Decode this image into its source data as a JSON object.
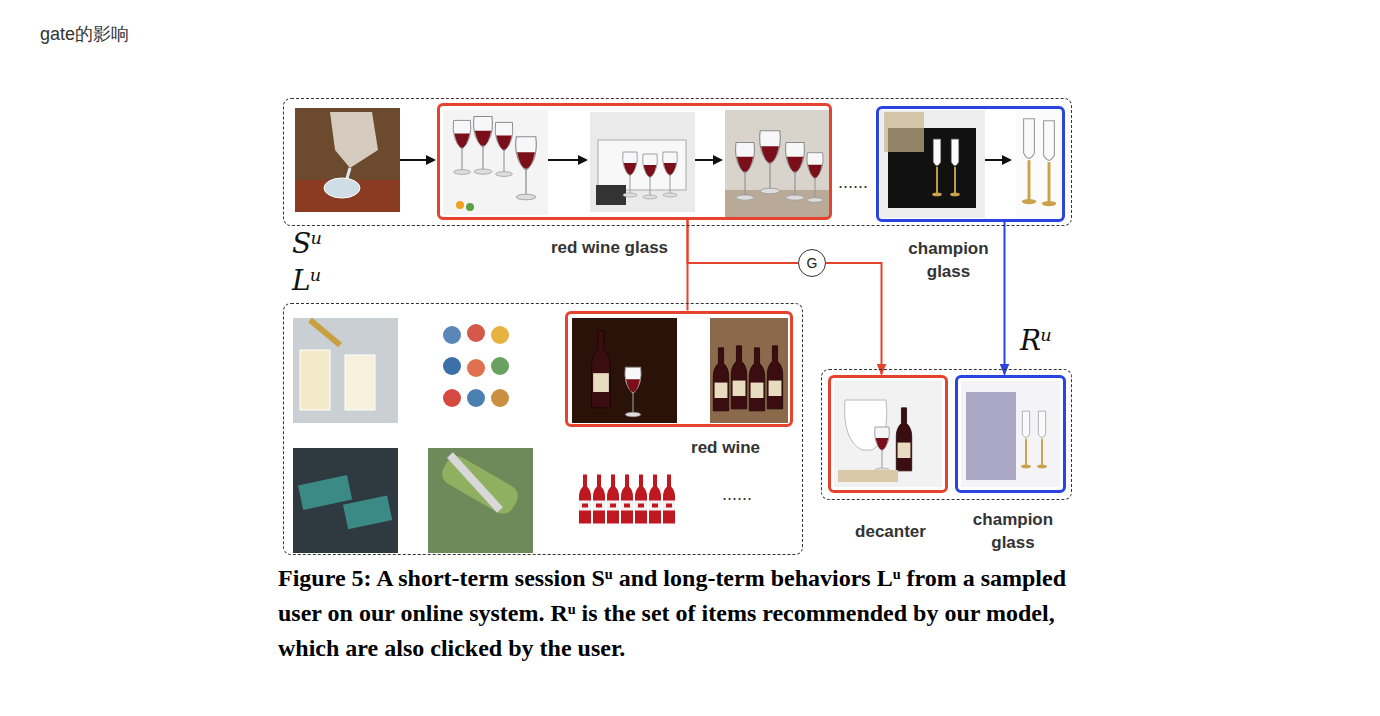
{
  "diagram": {
    "title": "gate的影响",
    "caption": "Figure 5: A short-term session Sᵘ and long-term behaviors Lᵘ from a sampled user on our online system. Rᵘ is the set of items recommended by our model, which are also clicked by the user.",
    "nodes": [
      {
        "text": [
          "Sᵘ"
        ]
      },
      {
        "text": [
          "red wine glass"
        ],
        "in": 0
      },
      {
        "text": [
          "champion glass"
        ],
        "in": 0
      },
      {
        "text": [
          "G"
        ]
      },
      {
        "text": [
          "Lᵘ"
        ]
      },
      {
        "text": [
          "red wine"
        ],
        "in": 4
      },
      {
        "text": [
          "Rᵘ"
        ]
      },
      {
        "text": [
          "decanter"
        ],
        "in": 6
      },
      {
        "text": [
          "champion glass"
        ],
        "in": 6
      }
    ],
    "edges": [
      {
        "from": 1,
        "to": 5,
        "arrow": "none"
      },
      {
        "from": 1,
        "to": 3,
        "arrow": "none"
      },
      {
        "from": 3,
        "to": 7,
        "arrow": "to"
      },
      {
        "from": 2,
        "to": 8,
        "arrow": "to"
      }
    ],
    "labels": [
      "......",
      "......"
    ]
  }
}
